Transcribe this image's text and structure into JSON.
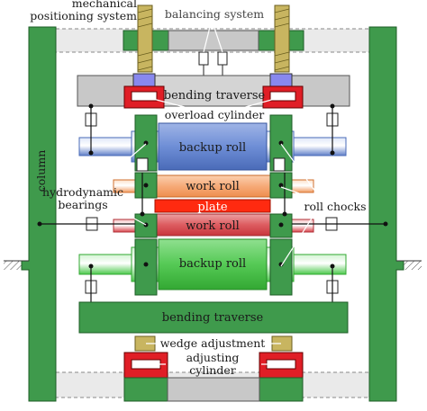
{
  "labels": {
    "mechanical_line1": "mechanical",
    "mechanical_line2": "positioning system",
    "balancing_system": "balancing system",
    "bending_traverse_top": "bending traverse",
    "overload_cylinder": "overload cylinder",
    "column": "column",
    "backup_roll_top": "backup roll",
    "hydrodynamic_line1": "hydrodynamic",
    "hydrodynamic_line2": "bearings",
    "work_roll_top": "work roll",
    "plate": "plate",
    "roll_chocks": "roll chocks",
    "work_roll_bottom": "work roll",
    "backup_roll_bottom": "backup roll",
    "bending_traverse_bottom": "bending traverse",
    "wedge_adjustment": "wedge adjustment",
    "adjusting_line1": "adjusting",
    "adjusting_line2": "cylinder"
  },
  "colors": {
    "frame_green": "#3f9a4c",
    "frame_stroke": "#1c5c26",
    "backup_top_blue": "#5f7fc9",
    "work_top_orange": "#f29a5e",
    "plate_red": "#ff2a10",
    "work_bottom_red": "#d9444a",
    "backup_bottom_green": "#4cc94c",
    "cylinder_red": "#e01e26",
    "screw_gold": "#c8b560",
    "housing_gray": "#c8c8c8",
    "pad_violet": "#8888ee"
  }
}
